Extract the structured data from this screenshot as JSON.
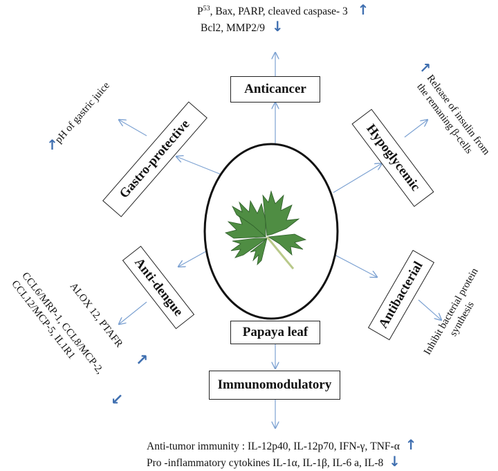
{
  "center": {
    "label": "Papaya leaf"
  },
  "effects": {
    "anticancer": {
      "label": "Anticancer",
      "up_line_prefix": "P",
      "up_line_sup": "53",
      "up_line_rest": ", Bax, PARP, cleaved caspase- 3",
      "down_line": "Bcl2, MMP2/9"
    },
    "gastro": {
      "label": "Gastro-protective",
      "note": "pH of gastric juice"
    },
    "hypoglycemic": {
      "label": "Hypoglycemic",
      "note_line1": "Release of insulin from",
      "note_line2": "the remaning β-cells"
    },
    "antidengue": {
      "label": "Anti-dengue",
      "up_note": "ALOX 12, PTAFR",
      "down_line1": "CCL6/MRP-1, CCL8/MCP-2,",
      "down_line2": "CCL12/MCP-5, IL1R1"
    },
    "antibacterial": {
      "label": "Antibacterial",
      "note_line1": "Inhibit bacterial protein",
      "note_line2": "synthesis"
    },
    "immuno": {
      "label": "Immunomodulatory",
      "line1": "Anti-tumor immunity :  IL-12p40, IL-12p70, IFN-γ, TNF-α",
      "line2": "Pro -inflammatory cytokines  IL-1α, IL-1β, IL-6 a, IL-8"
    }
  },
  "icons": {
    "up": "up-arrow-icon",
    "down": "down-arrow-icon"
  },
  "colors": {
    "arrow": "#7da2d2",
    "indicator": "#3f6fb0",
    "leaf": "#4f8d43"
  }
}
